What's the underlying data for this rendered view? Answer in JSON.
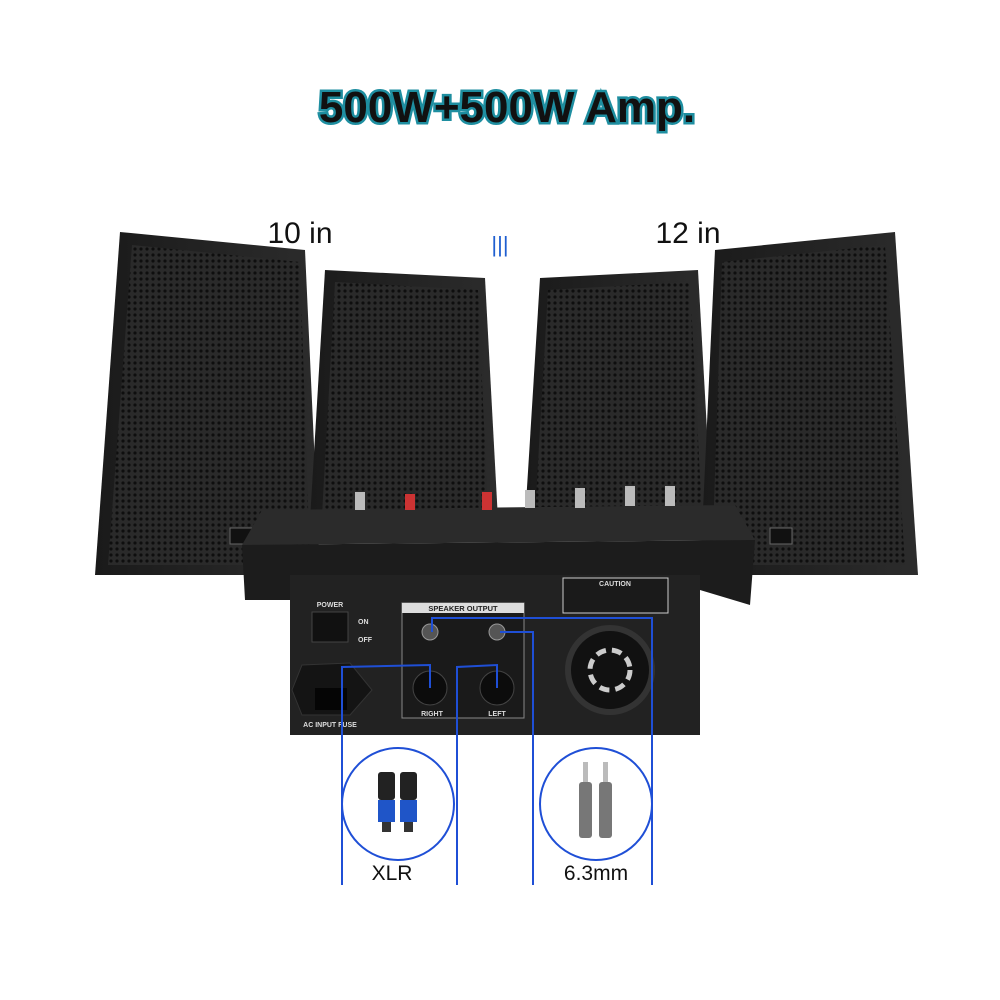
{
  "headline": "500W+500W Amp.",
  "speakers": {
    "left_size": "10 in",
    "right_size": "12 in",
    "separator": "|||"
  },
  "mixer_panel": {
    "power_label": "POWER",
    "on_label": "ON",
    "off_label": "OFF",
    "ac_label": "AC INPUT FUSE",
    "speaker_output_label": "SPEAKER OUTPUT",
    "right_label": "RIGHT",
    "left_label": "LEFT",
    "caution_label": "CAUTION"
  },
  "callouts": {
    "xlr_label": "XLR",
    "jack_label": "6.3mm"
  },
  "colors": {
    "headline_outline": "#1e8ea0",
    "callout_lines": "#1f4fd6",
    "separator": "#1f5fd0"
  }
}
